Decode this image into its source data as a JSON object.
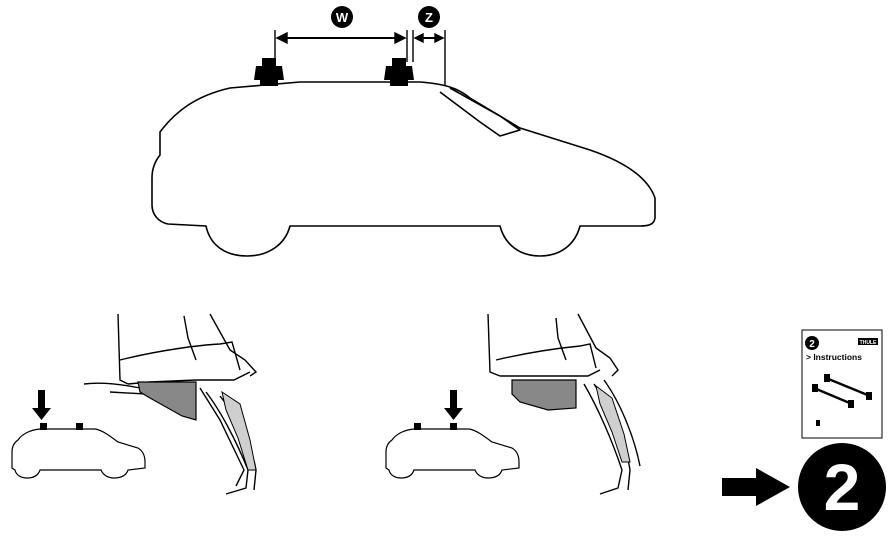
{
  "dimensions": {
    "w_label": "W",
    "z_label": "Z"
  },
  "booklet": {
    "step_number": "2",
    "title": "> Instructions",
    "brand": "THULE"
  },
  "next_step": {
    "number": "2"
  },
  "colors": {
    "ink": "#000000",
    "gray_fill": "#888888",
    "light_gray": "#cfcfcf",
    "paper": "#ffffff"
  }
}
